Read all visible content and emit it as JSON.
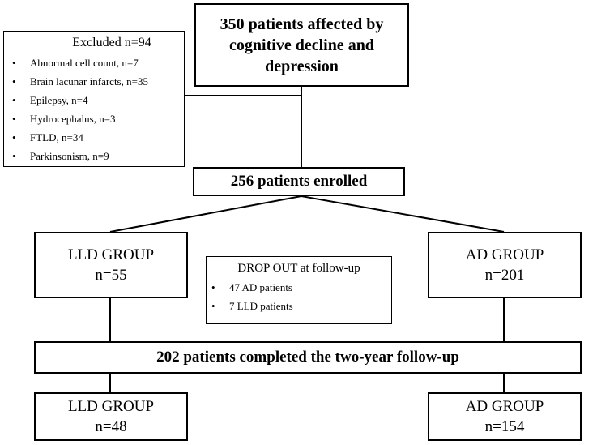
{
  "nodes": {
    "initial": {
      "lines": [
        "350 patients affected by",
        "cognitive decline and",
        "depression"
      ]
    },
    "excluded": {
      "title": "Excluded n=94",
      "items": [
        "Abnormal cell count, n=7",
        "Brain lacunar infarcts, n=35",
        "Epilepsy, n=4",
        "Hydrocephalus, n=3",
        "FTLD, n=34",
        "Parkinsonism, n=9"
      ]
    },
    "enrolled": {
      "label": "256 patients enrolled"
    },
    "lld_baseline": {
      "name": "LLD GROUP",
      "count": "n=55"
    },
    "ad_baseline": {
      "name": "AD GROUP",
      "count": "n=201"
    },
    "dropout": {
      "title": "DROP OUT at follow-up",
      "items": [
        "47 AD patients",
        "7 LLD patients"
      ]
    },
    "completed": {
      "label": "202 patients completed the two-year follow-up"
    },
    "lld_followup": {
      "name": "LLD GROUP",
      "count": "n=48"
    },
    "ad_followup": {
      "name": "AD GROUP",
      "count": "n=154"
    }
  },
  "colors": {
    "line": "#000000",
    "box_fill": "#ffffff"
  }
}
